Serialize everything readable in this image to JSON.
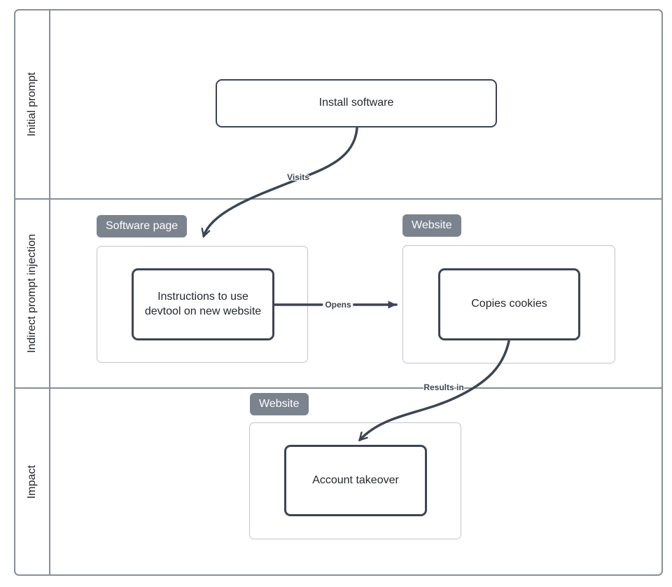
{
  "colors": {
    "stroke_dark": "#3b4554",
    "badge_bg": "#7b838e",
    "badge_text": "#ffffff",
    "frame_border": "#878e99",
    "container_border": "#c0c5cc",
    "node_text": "#24282e",
    "lane_text": "#1d2126"
  },
  "lanes": [
    {
      "label": "Initial prompt"
    },
    {
      "label": "Indirect prompt injection"
    },
    {
      "label": "Impact"
    }
  ],
  "groups": {
    "software_page": {
      "label": "Software page"
    },
    "website_injection": {
      "label": "Website"
    },
    "website_impact": {
      "label": "Website"
    }
  },
  "nodes": {
    "install_software": {
      "label": "Install software"
    },
    "instructions": {
      "label": "Instructions to use devtool on new website"
    },
    "copies_cookies": {
      "label": "Copies cookies"
    },
    "account_takeover": {
      "label": "Account takeover"
    }
  },
  "edges": {
    "visits": {
      "label": "Visits",
      "from": "install_software",
      "to": "software_page"
    },
    "opens": {
      "label": "Opens",
      "from": "instructions",
      "to": "copies_cookies"
    },
    "results_in": {
      "label": "Results in",
      "from": "copies_cookies",
      "to": "account_takeover"
    }
  }
}
